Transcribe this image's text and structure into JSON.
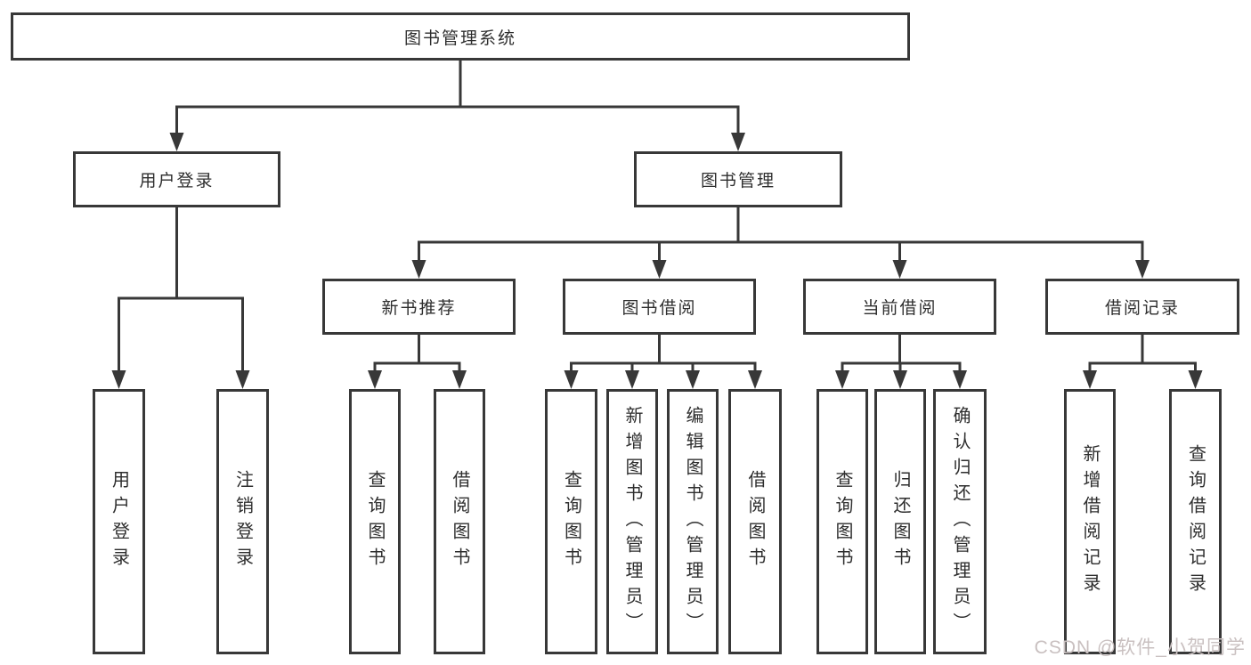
{
  "colors": {
    "line": "#383838",
    "background": "#ffffff",
    "watermark": "#c9c0c0"
  },
  "watermark": {
    "text": "CSDN @软件_小贺同学"
  },
  "tree": {
    "root": {
      "label": "图书管理系统"
    },
    "children": [
      {
        "label": "用户登录",
        "children": [
          {
            "label": "用户登录"
          },
          {
            "label": "注销登录"
          }
        ]
      },
      {
        "label": "图书管理",
        "children": [
          {
            "label": "新书推荐",
            "children": [
              {
                "label": "查询图书"
              },
              {
                "label": "借阅图书"
              }
            ]
          },
          {
            "label": "图书借阅",
            "children": [
              {
                "label": "查询图书"
              },
              {
                "label": "新增图书（管理员）"
              },
              {
                "label": "编辑图书（管理员）"
              },
              {
                "label": "借阅图书"
              }
            ]
          },
          {
            "label": "当前借阅",
            "children": [
              {
                "label": "查询图书"
              },
              {
                "label": "归还图书"
              },
              {
                "label": "确认归还（管理员）"
              }
            ]
          },
          {
            "label": "借阅记录",
            "children": [
              {
                "label": "新增借阅记录"
              },
              {
                "label": "查询借阅记录"
              }
            ]
          }
        ]
      }
    ]
  }
}
